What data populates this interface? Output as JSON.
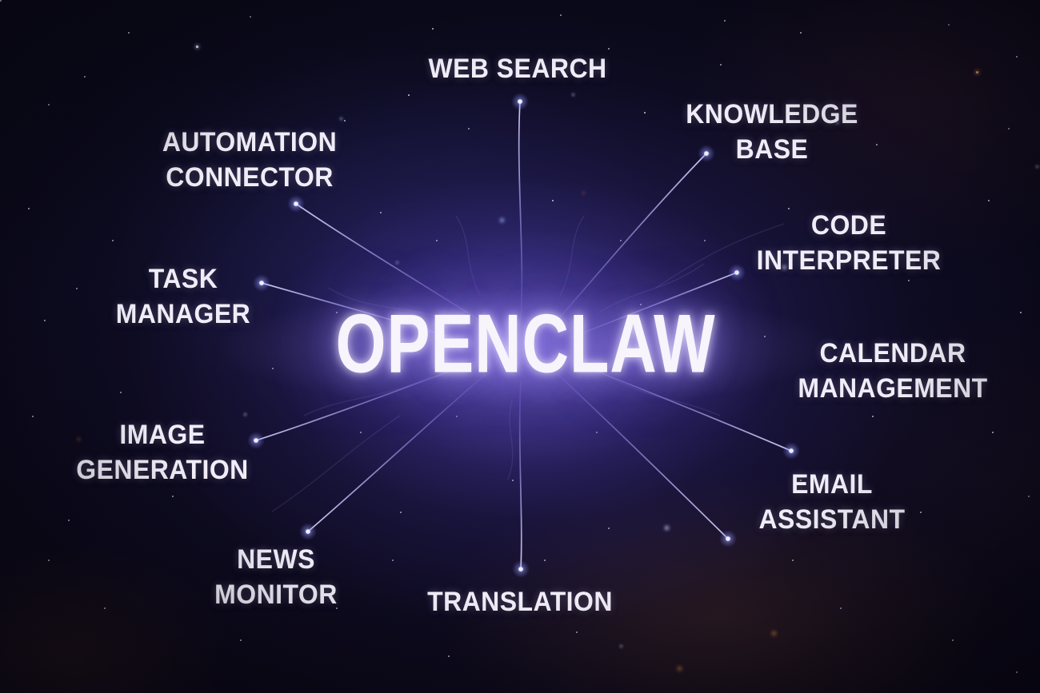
{
  "title": "OPENCLAW",
  "nodes": [
    {
      "id": "web-search",
      "label": "WEB SEARCH"
    },
    {
      "id": "knowledge-base",
      "label": "KNOWLEDGE\nBASE"
    },
    {
      "id": "code-interpreter",
      "label": "CODE\nINTERPRETER"
    },
    {
      "id": "calendar-management",
      "label": "CALENDAR\nMANAGEMENT"
    },
    {
      "id": "email-assistant",
      "label": "EMAIL\nASSISTANT"
    },
    {
      "id": "translation",
      "label": "TRANSLATION"
    },
    {
      "id": "news-monitor",
      "label": "NEWS\nMONITOR"
    },
    {
      "id": "image-generation",
      "label": "IMAGE\nGENERATION"
    },
    {
      "id": "task-manager",
      "label": "TASK\nMANAGER"
    },
    {
      "id": "automation-connector",
      "label": "AUTOMATION\nCONNECTOR"
    }
  ],
  "connections": [
    "OPENCLAW-web-search",
    "OPENCLAW-knowledge-base",
    "OPENCLAW-code-interpreter",
    "OPENCLAW-calendar-management",
    "OPENCLAW-email-assistant",
    "OPENCLAW-translation",
    "OPENCLAW-news-monitor",
    "OPENCLAW-image-generation",
    "OPENCLAW-task-manager",
    "OPENCLAW-automation-connector"
  ],
  "colors": {
    "background": "#0b0918",
    "center_glow": "#5b49bd",
    "line": "#b9b0ee",
    "endpoint_dot": "#eef0ff",
    "text": "#f1edf8",
    "nebula_warm": "#6b4028"
  }
}
